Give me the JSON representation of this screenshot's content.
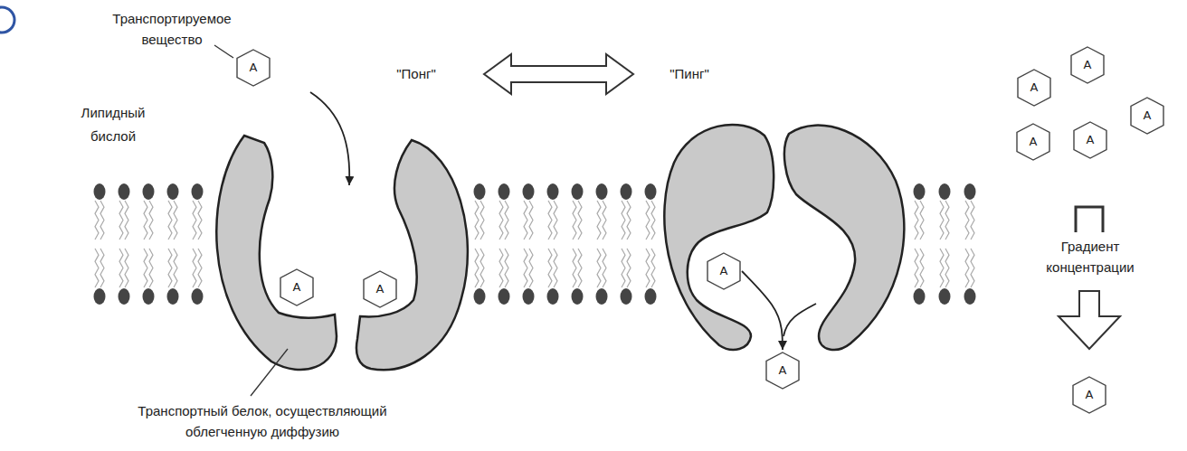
{
  "diagram": {
    "nodes": [
      {
        "text": [
          "A"
        ]
      },
      {
        "text": [
          "A"
        ]
      },
      {
        "text": [
          "A"
        ]
      },
      {
        "text": [
          "A"
        ]
      },
      {
        "text": [
          "A"
        ]
      },
      {
        "text": [
          "A"
        ]
      },
      {
        "text": [
          "A"
        ]
      },
      {
        "text": [
          "A"
        ]
      },
      {
        "text": [
          "A"
        ]
      },
      {
        "text": [
          "A"
        ]
      },
      {
        "text": [
          "A"
        ]
      }
    ],
    "edges": [
      {
        "from": 3,
        "to": 4,
        "arrow": "to"
      }
    ],
    "labels": [
      "Транспортируемое вещество",
      "\"Понг\"",
      "\"Пинг\"",
      "Липидный бислой",
      "Транспортный белок, осуществляющий облегченную диффузию",
      "Градиент концентрации"
    ]
  }
}
